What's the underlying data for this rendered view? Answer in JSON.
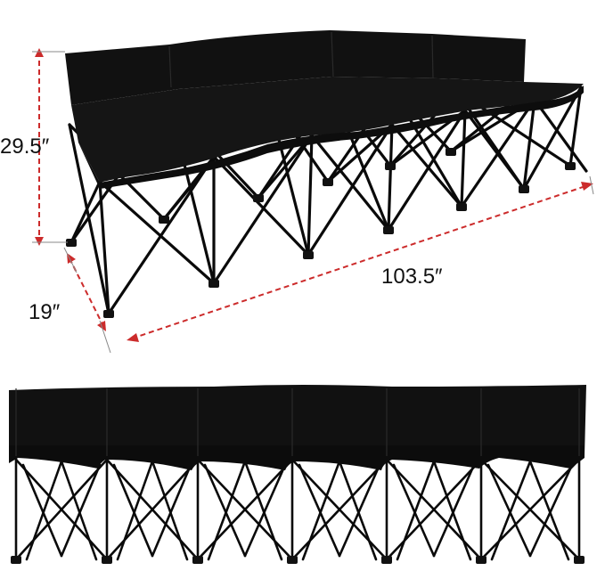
{
  "dimensions": {
    "height": "29.5″",
    "depth": "19″",
    "length": "103.5″"
  },
  "colors": {
    "fabric": "#111111",
    "frame": "#0a0a0a",
    "dimension_line": "#cc2b2b",
    "background": "#ffffff"
  },
  "views": [
    "perspective-view",
    "front-view"
  ]
}
